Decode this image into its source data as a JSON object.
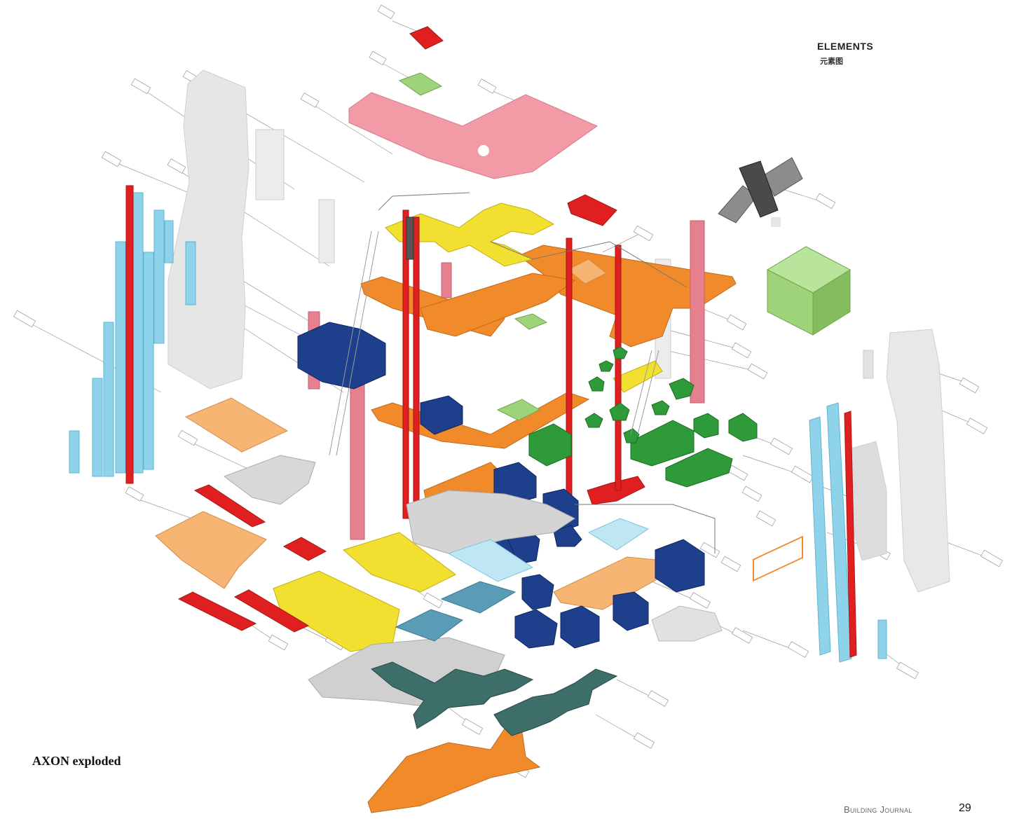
{
  "header": {
    "title": "ELEMENTS",
    "subtitle": "元素图"
  },
  "caption": "AXON exploded",
  "footer": {
    "publication": "Building Journal",
    "page_number": "29"
  },
  "colors": {
    "red": "#e02020",
    "pink_roof": "#f29aa6",
    "pink_column": "#e6808f",
    "yellow": "#f2e030",
    "orange": "#f08a2a",
    "light_orange": "#f7b574",
    "light_blue": "#8fd3ea",
    "navy": "#1e3f8c",
    "green": "#2f9a3a",
    "light_green": "#9fd37a",
    "teal": "#5a9bb5",
    "dark_teal": "#3d6e6a",
    "light_grey": "#e6e6e6",
    "mid_grey": "#c9c9c9"
  }
}
